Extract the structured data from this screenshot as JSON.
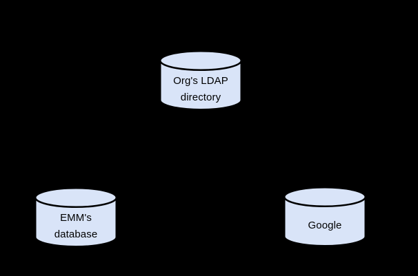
{
  "canvas": {
    "background_color": "#000000"
  },
  "diagram": {
    "node_fill_color": "#d9e4f8",
    "node_stroke_color": "#000000",
    "label_color": "#000000",
    "nodes": [
      {
        "id": "orgs-ldap-directory",
        "shape": "database-cylinder",
        "label_line1": "Org's LDAP",
        "label_line2": "directory"
      },
      {
        "id": "emms-database",
        "shape": "database-cylinder",
        "label_line1": "EMM's",
        "label_line2": "database"
      },
      {
        "id": "google",
        "shape": "database-cylinder",
        "label_line1": "Google",
        "label_line2": ""
      }
    ]
  }
}
